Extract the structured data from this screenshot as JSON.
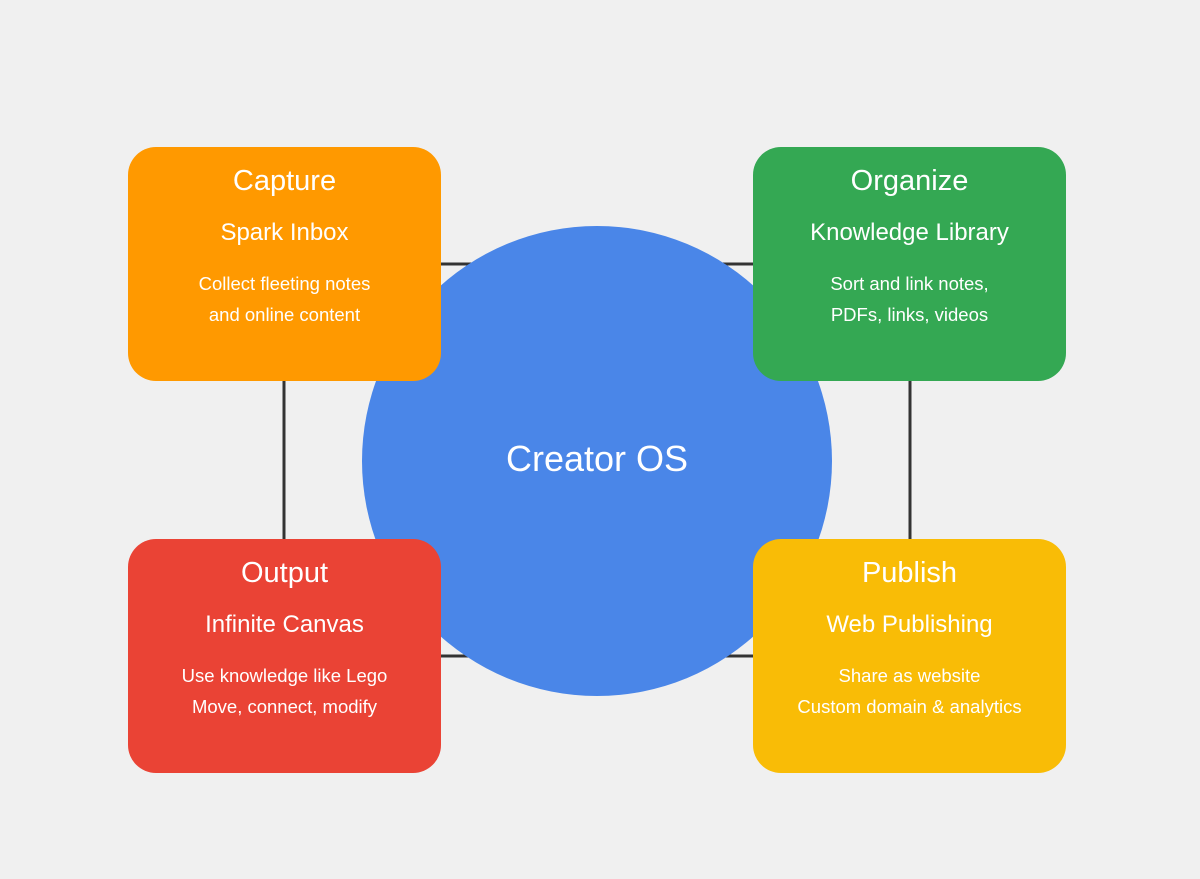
{
  "diagram": {
    "center": {
      "label": "Creator OS"
    },
    "cards": [
      {
        "id": "capture",
        "title": "Capture",
        "subtitle": "Spark Inbox",
        "lines": [
          "Collect fleeting notes",
          "and online content"
        ],
        "color": "#ff9900"
      },
      {
        "id": "organize",
        "title": "Organize",
        "subtitle": "Knowledge Library",
        "lines": [
          "Sort and link notes,",
          "PDFs, links, videos"
        ],
        "color": "#34a853"
      },
      {
        "id": "output",
        "title": "Output",
        "subtitle": "Infinite Canvas",
        "lines": [
          "Use knowledge like Lego",
          "Move, connect, modify"
        ],
        "color": "#ea4335"
      },
      {
        "id": "publish",
        "title": "Publish",
        "subtitle": "Web Publishing",
        "lines": [
          "Share as website",
          "Custom domain & analytics"
        ],
        "color": "#f9bc06"
      }
    ],
    "colors": {
      "background": "#f0f0f0",
      "hub": "#4a86e8",
      "connector": "#333333"
    }
  }
}
